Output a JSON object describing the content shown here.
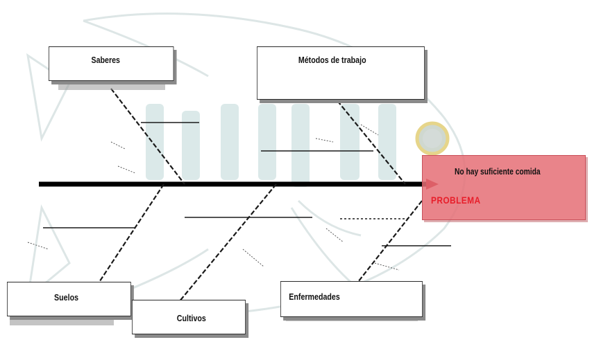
{
  "diagram": {
    "type": "fishbone",
    "problem": {
      "text": "No hay suficiente comida",
      "label": "PROBLEMA"
    },
    "categories": {
      "saberes": "Saberes",
      "metodos": "Métodos de trabajo",
      "suelos": "Suelos",
      "cultivos": "Cultivos",
      "enfermedades": "Enfermedades"
    },
    "colors": {
      "spine": "#000000",
      "problem_fill": "#e56e76",
      "problem_label": "#e81e2a",
      "watermark": "#d8e4e4"
    }
  }
}
